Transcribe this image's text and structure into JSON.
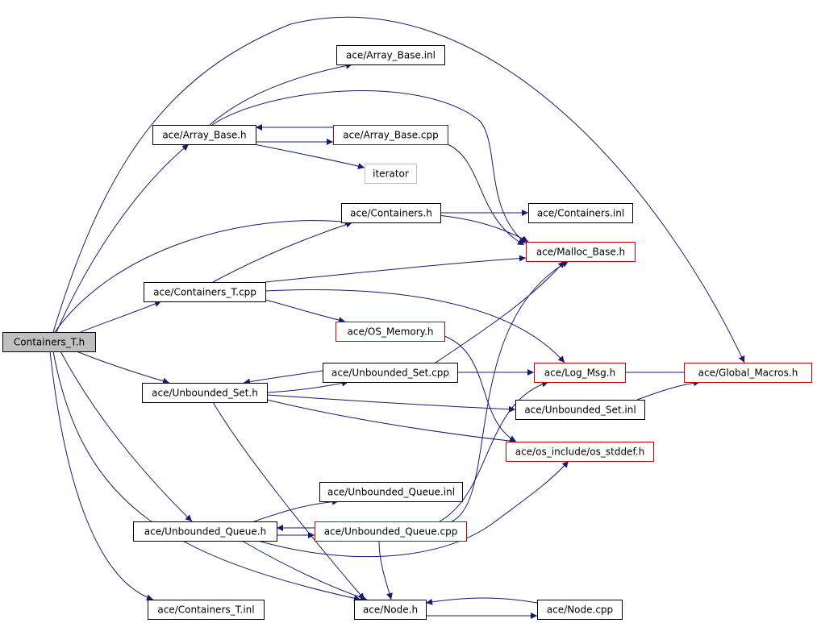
{
  "colors": {
    "edge": "#191970",
    "border_normal": "#000000",
    "border_incomplete": "#cc0000",
    "border_external": "#bfbfbf",
    "root_fill": "#bfbfbf",
    "fill": "#ffffff"
  },
  "nodes": [
    {
      "id": "containers_t_h",
      "label": "Containers_T.h",
      "kind": "root"
    },
    {
      "id": "array_base_inl",
      "label": "ace/Array_Base.inl",
      "kind": "normal"
    },
    {
      "id": "array_base_h",
      "label": "ace/Array_Base.h",
      "kind": "normal"
    },
    {
      "id": "array_base_cpp",
      "label": "ace/Array_Base.cpp",
      "kind": "incomplete"
    },
    {
      "id": "iterator",
      "label": "iterator",
      "kind": "external"
    },
    {
      "id": "containers_h",
      "label": "ace/Containers.h",
      "kind": "normal"
    },
    {
      "id": "containers_inl",
      "label": "ace/Containers.inl",
      "kind": "normal"
    },
    {
      "id": "malloc_base_h",
      "label": "ace/Malloc_Base.h",
      "kind": "incomplete"
    },
    {
      "id": "containers_t_cpp",
      "label": "ace/Containers_T.cpp",
      "kind": "normal"
    },
    {
      "id": "os_memory_h",
      "label": "ace/OS_Memory.h",
      "kind": "incomplete"
    },
    {
      "id": "unbounded_set_cpp",
      "label": "ace/Unbounded_Set.cpp",
      "kind": "normal"
    },
    {
      "id": "log_msg_h",
      "label": "ace/Log_Msg.h",
      "kind": "incomplete"
    },
    {
      "id": "global_macros_h",
      "label": "ace/Global_Macros.h",
      "kind": "incomplete"
    },
    {
      "id": "unbounded_set_h",
      "label": "ace/Unbounded_Set.h",
      "kind": "normal"
    },
    {
      "id": "unbounded_set_inl",
      "label": "ace/Unbounded_Set.inl",
      "kind": "normal"
    },
    {
      "id": "os_stddef_h",
      "label": "ace/os_include/os_stddef.h",
      "kind": "incomplete"
    },
    {
      "id": "unbounded_queue_inl",
      "label": "ace/Unbounded_Queue.inl",
      "kind": "normal"
    },
    {
      "id": "unbounded_queue_h",
      "label": "ace/Unbounded_Queue.h",
      "kind": "normal"
    },
    {
      "id": "unbounded_queue_cpp",
      "label": "ace/Unbounded_Queue.cpp",
      "kind": "incomplete"
    },
    {
      "id": "containers_t_inl",
      "label": "ace/Containers_T.inl",
      "kind": "normal"
    },
    {
      "id": "node_h",
      "label": "ace/Node.h",
      "kind": "normal"
    },
    {
      "id": "node_cpp",
      "label": "ace/Node.cpp",
      "kind": "normal"
    }
  ],
  "edges": [
    {
      "from": "containers_t_h",
      "to": "array_base_h"
    },
    {
      "from": "containers_t_h",
      "to": "containers_h"
    },
    {
      "from": "containers_t_h",
      "to": "containers_t_cpp"
    },
    {
      "from": "containers_t_h",
      "to": "unbounded_set_h"
    },
    {
      "from": "containers_t_h",
      "to": "unbounded_queue_h"
    },
    {
      "from": "containers_t_h",
      "to": "containers_t_inl"
    },
    {
      "from": "containers_t_h",
      "to": "node_h"
    },
    {
      "from": "containers_t_h",
      "to": "global_macros_h"
    },
    {
      "from": "array_base_h",
      "to": "array_base_inl"
    },
    {
      "from": "array_base_h",
      "to": "array_base_cpp"
    },
    {
      "from": "array_base_h",
      "to": "iterator"
    },
    {
      "from": "array_base_h",
      "to": "malloc_base_h"
    },
    {
      "from": "array_base_cpp",
      "to": "array_base_h"
    },
    {
      "from": "array_base_cpp",
      "to": "malloc_base_h"
    },
    {
      "from": "containers_h",
      "to": "containers_inl"
    },
    {
      "from": "containers_h",
      "to": "malloc_base_h"
    },
    {
      "from": "containers_t_cpp",
      "to": "containers_h"
    },
    {
      "from": "containers_t_cpp",
      "to": "malloc_base_h"
    },
    {
      "from": "containers_t_cpp",
      "to": "os_memory_h"
    },
    {
      "from": "containers_t_cpp",
      "to": "log_msg_h"
    },
    {
      "from": "os_memory_h",
      "to": "os_stddef_h"
    },
    {
      "from": "unbounded_set_cpp",
      "to": "unbounded_set_h"
    },
    {
      "from": "unbounded_set_cpp",
      "to": "log_msg_h"
    },
    {
      "from": "unbounded_set_cpp",
      "to": "malloc_base_h"
    },
    {
      "from": "log_msg_h",
      "to": "global_macros_h"
    },
    {
      "from": "unbounded_set_h",
      "to": "unbounded_set_cpp"
    },
    {
      "from": "unbounded_set_h",
      "to": "unbounded_set_inl"
    },
    {
      "from": "unbounded_set_h",
      "to": "os_stddef_h"
    },
    {
      "from": "unbounded_set_h",
      "to": "node_h"
    },
    {
      "from": "unbounded_set_inl",
      "to": "global_macros_h"
    },
    {
      "from": "unbounded_queue_h",
      "to": "unbounded_queue_inl"
    },
    {
      "from": "unbounded_queue_h",
      "to": "unbounded_queue_cpp"
    },
    {
      "from": "unbounded_queue_h",
      "to": "os_stddef_h"
    },
    {
      "from": "unbounded_queue_h",
      "to": "node_h"
    },
    {
      "from": "unbounded_queue_cpp",
      "to": "unbounded_queue_h"
    },
    {
      "from": "unbounded_queue_cpp",
      "to": "malloc_base_h"
    },
    {
      "from": "unbounded_queue_cpp",
      "to": "log_msg_h"
    },
    {
      "from": "unbounded_queue_cpp",
      "to": "node_h"
    },
    {
      "from": "node_h",
      "to": "node_cpp"
    },
    {
      "from": "node_cpp",
      "to": "node_h"
    }
  ]
}
